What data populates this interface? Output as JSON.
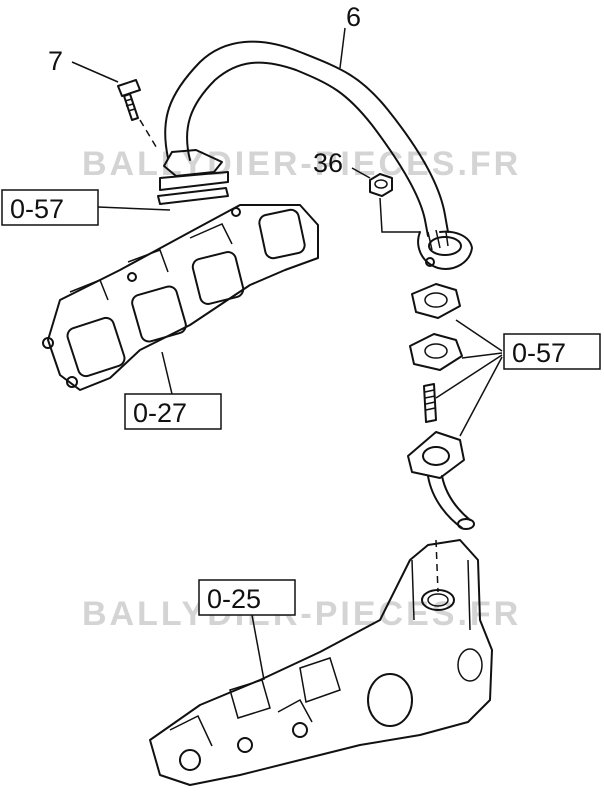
{
  "watermark": {
    "upper": "BALLYDIER-PIECES.FR",
    "lower": "BALLYDIER-PIECES.FR"
  },
  "callouts": {
    "pipe": "6",
    "bolt": "7",
    "nut": "36"
  },
  "references": {
    "gasket_upper": "0-57",
    "gaskets_right": "0-57",
    "exhaust_manifold": "0-27",
    "intake_manifold": "0-25"
  }
}
